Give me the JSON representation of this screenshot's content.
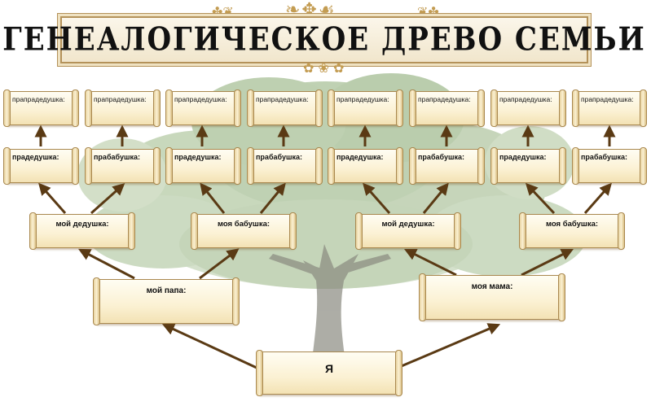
{
  "title": "ГЕНЕАЛОГИЧЕСКОЕ ДРЕВО СЕМЬИ",
  "labels": {
    "great_great": "прапрадедушка:",
    "great_grandfather": "прадедушка:",
    "great_grandmother": "прабабушка:",
    "my_grandfather": "мой дедушка:",
    "my_grandmother": "моя бабушка:",
    "my_dad": "мой папа:",
    "my_mom": "моя мама:",
    "me": "Я"
  },
  "colors": {
    "arrow": "#5a3a14",
    "scroll_fill": "#fbf1d3",
    "scroll_border": "#a9884f",
    "tree_foliage": "#9db78c",
    "tree_trunk": "#8a8a80"
  }
}
